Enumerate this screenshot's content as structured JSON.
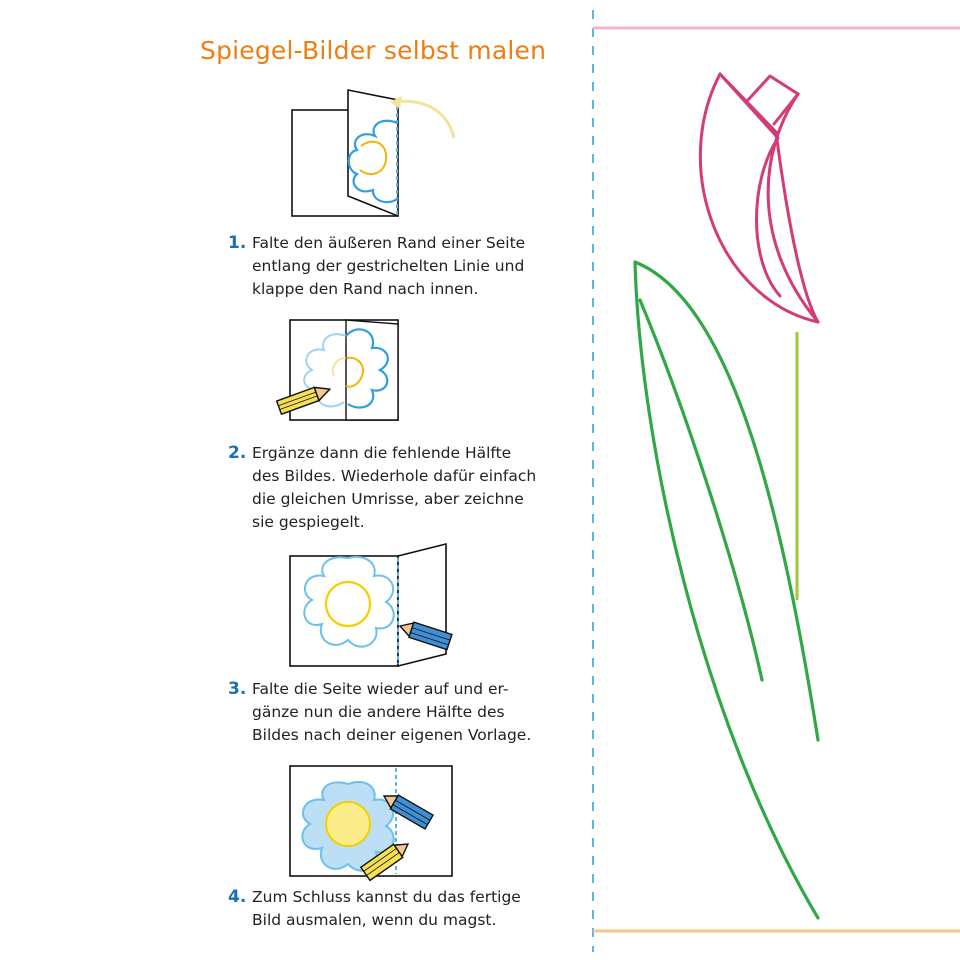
{
  "title": "Spiegel-Bilder selbst malen",
  "steps": [
    {
      "number": "1.",
      "lines": [
        "Falte den äußeren Rand einer Seite",
        "entlang der gestrichelten Linie und",
        "klappe den Rand nach innen."
      ]
    },
    {
      "number": "2.",
      "lines": [
        "Ergänze dann die fehlende Hälfte",
        "des Bildes. Wiederhole dafür einfach",
        "die gleichen Umrisse, aber zeichne",
        "sie gespiegelt."
      ]
    },
    {
      "number": "3.",
      "lines": [
        "Falte die Seite wieder auf und er-",
        "gänze nun die andere Hälfte des",
        "Bildes nach deiner eigenen Vorlage."
      ]
    },
    {
      "number": "4.",
      "lines": [
        "Zum Schluss kannst du das fertige",
        "Bild ausmalen, wenn du magst."
      ]
    }
  ],
  "illustration_names": [
    "fold-page-illustration",
    "draw-half-illustration",
    "unfold-page-illustration",
    "color-in-illustration"
  ],
  "template_subject": "tulip",
  "colors": {
    "title": "#ef7d0f",
    "step_number": "#1a6fb5",
    "fold_line": "#5ab4e6",
    "flower_outline": "#2f9fe0",
    "flower_center": "#f5b400",
    "tulip_petal": "#d23c78",
    "tulip_stem": "#9cc93a",
    "tulip_leaf": "#2fa845",
    "top_border": "#f2b3c8",
    "bottom_border": "#f7c48a"
  }
}
